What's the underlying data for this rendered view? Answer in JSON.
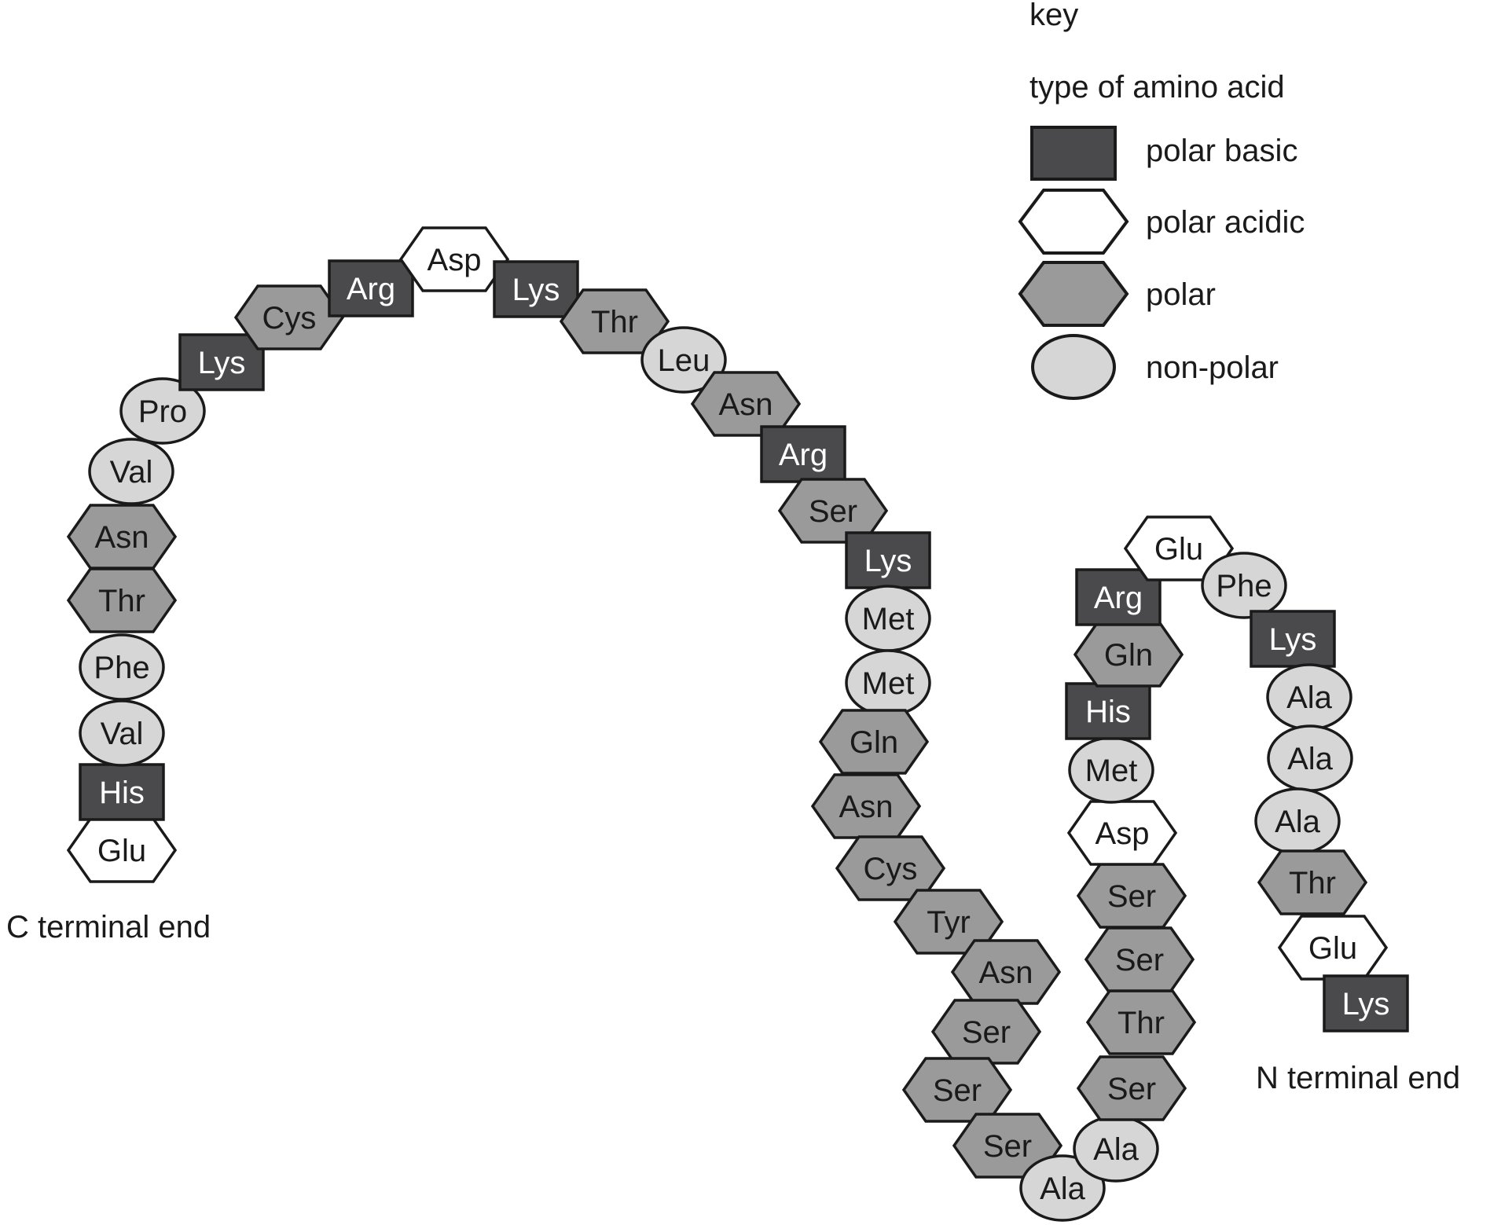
{
  "key": {
    "title": "key",
    "subtitle": "type of amino acid",
    "items": [
      {
        "type": "basic",
        "label": "polar basic"
      },
      {
        "type": "acidic",
        "label": "polar acidic"
      },
      {
        "type": "polar",
        "label": "polar"
      },
      {
        "type": "nonpolar",
        "label": "non-polar"
      }
    ]
  },
  "labels": {
    "c_terminal": "C terminal end",
    "n_terminal": "N terminal end"
  },
  "colors": {
    "basic_fill": "#4a4a4c",
    "acidic_fill": "#ffffff",
    "polar_fill": "#9a9a9a",
    "nonpolar_fill": "#d6d6d6",
    "stroke": "#1a1a1a",
    "light_text": "#ffffff",
    "dark_text": "#1a1a1a"
  },
  "chain_from_c_terminal": [
    {
      "name": "Glu",
      "type": "acidic"
    },
    {
      "name": "His",
      "type": "basic"
    },
    {
      "name": "Val",
      "type": "nonpolar"
    },
    {
      "name": "Phe",
      "type": "nonpolar"
    },
    {
      "name": "Thr",
      "type": "polar"
    },
    {
      "name": "Asn",
      "type": "polar"
    },
    {
      "name": "Val",
      "type": "nonpolar"
    },
    {
      "name": "Pro",
      "type": "nonpolar"
    },
    {
      "name": "Lys",
      "type": "basic"
    },
    {
      "name": "Cys",
      "type": "polar"
    },
    {
      "name": "Arg",
      "type": "basic"
    },
    {
      "name": "Asp",
      "type": "acidic"
    },
    {
      "name": "Lys",
      "type": "basic"
    },
    {
      "name": "Thr",
      "type": "polar"
    },
    {
      "name": "Leu",
      "type": "nonpolar"
    },
    {
      "name": "Asn",
      "type": "polar"
    },
    {
      "name": "Arg",
      "type": "basic"
    },
    {
      "name": "Ser",
      "type": "polar"
    },
    {
      "name": "Lys",
      "type": "basic"
    },
    {
      "name": "Met",
      "type": "nonpolar"
    },
    {
      "name": "Met",
      "type": "nonpolar"
    },
    {
      "name": "Gln",
      "type": "polar"
    },
    {
      "name": "Asn",
      "type": "polar"
    },
    {
      "name": "Cys",
      "type": "polar"
    },
    {
      "name": "Tyr",
      "type": "polar"
    },
    {
      "name": "Asn",
      "type": "polar"
    },
    {
      "name": "Ser",
      "type": "polar"
    },
    {
      "name": "Ser",
      "type": "polar"
    },
    {
      "name": "Ser",
      "type": "polar"
    },
    {
      "name": "Ala",
      "type": "nonpolar"
    },
    {
      "name": "Ala",
      "type": "nonpolar"
    },
    {
      "name": "Ser",
      "type": "polar"
    },
    {
      "name": "Thr",
      "type": "polar"
    },
    {
      "name": "Ser",
      "type": "polar"
    },
    {
      "name": "Ser",
      "type": "polar"
    },
    {
      "name": "Asp",
      "type": "acidic"
    },
    {
      "name": "Met",
      "type": "nonpolar"
    },
    {
      "name": "His",
      "type": "basic"
    },
    {
      "name": "Gln",
      "type": "polar"
    },
    {
      "name": "Arg",
      "type": "basic"
    },
    {
      "name": "Glu",
      "type": "acidic"
    },
    {
      "name": "Phe",
      "type": "nonpolar"
    },
    {
      "name": "Lys",
      "type": "basic"
    },
    {
      "name": "Ala",
      "type": "nonpolar"
    },
    {
      "name": "Ala",
      "type": "nonpolar"
    },
    {
      "name": "Ala",
      "type": "nonpolar"
    },
    {
      "name": "Thr",
      "type": "polar"
    },
    {
      "name": "Glu",
      "type": "acidic"
    },
    {
      "name": "Lys",
      "type": "basic"
    }
  ]
}
